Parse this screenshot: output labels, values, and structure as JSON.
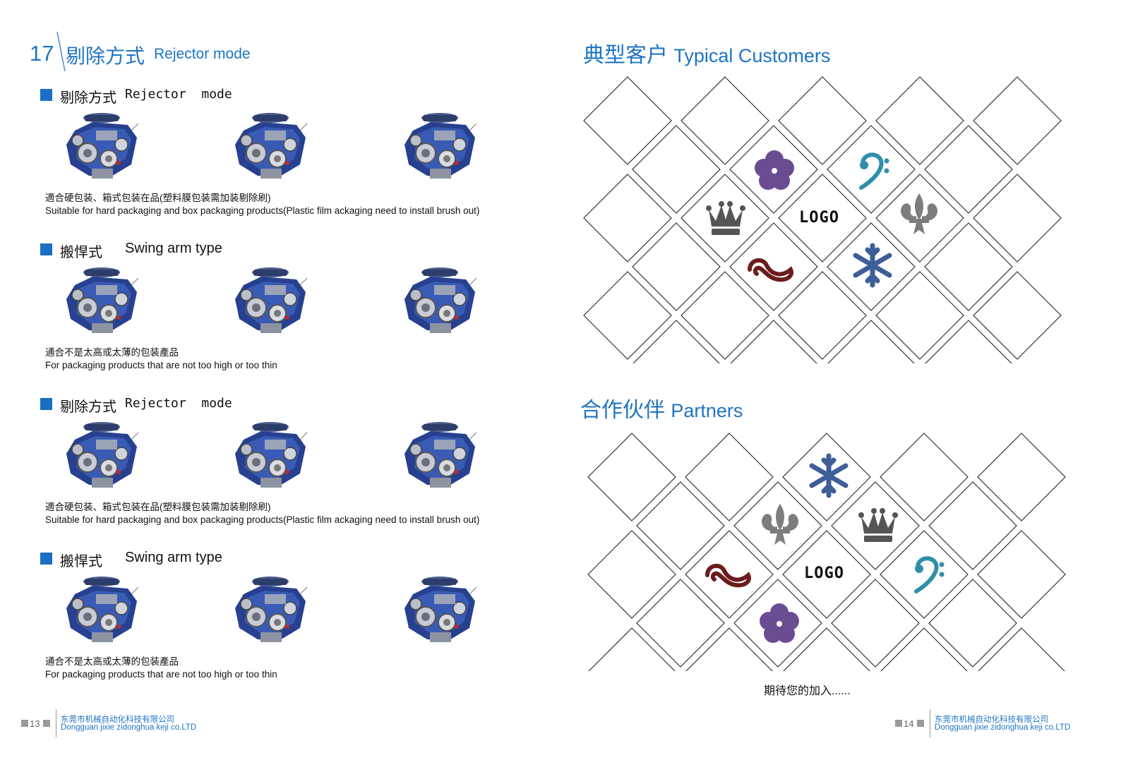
{
  "left_page": {
    "section_number": "17",
    "section_title_cn": "剔除方式",
    "section_title_en": "Rejector mode",
    "blocks": [
      {
        "title_cn": "剔除方式",
        "title_en": "Rejector  mode",
        "caption_cn": "適合硬包装、箱式包装在品(塑料膜包装需加装剔除刷)",
        "caption_en": "Suitable for hard packaging and box packaging products(Plastic film ackaging need to install brush out)"
      },
      {
        "title_cn": "搬悍式",
        "title_en": "Swing arm type",
        "caption_cn": "通合不是太高或太薄的包装產品",
        "caption_en": "For packaging products that are not too high or too thin"
      },
      {
        "title_cn": "剔除方式",
        "title_en": "Rejector  mode",
        "caption_cn": "適合硬包装、箱式包装在品(塑料膜包装需加装剔除刷)",
        "caption_en": "Suitable for hard packaging and box packaging products(Plastic film ackaging need to install brush out)"
      },
      {
        "title_cn": "搬悍式",
        "title_en": "Swing arm type",
        "caption_cn": "通合不是太高或太薄的包装產品",
        "caption_en": "For packaging products that are not too high or too thin"
      }
    ],
    "footer": {
      "page": "13",
      "company_cn": "东莞市机械自动化科技有限公司",
      "company_en": "Dongguan jixie zidonghua keji co.LTD"
    }
  },
  "right_page": {
    "customers_title_cn": "典型客户",
    "customers_title_en": "Typical Customers",
    "partners_title_cn": "合作伙伴",
    "partners_title_en": "Partners",
    "logo_text": "LOGO",
    "join_text": "期待您的加入......",
    "footer": {
      "page": "14",
      "company_cn": "东莞市机械自动化科技有限公司",
      "company_en": "Dongguan jixie zidonghua keji co.LTD"
    }
  },
  "colors": {
    "accent": "#1f74c4",
    "purple": "#6a4c93",
    "teal": "#2f8fa8",
    "snow": "#3e5e98",
    "gray": "#7d7d7d",
    "maroon": "#6b1c1c"
  }
}
